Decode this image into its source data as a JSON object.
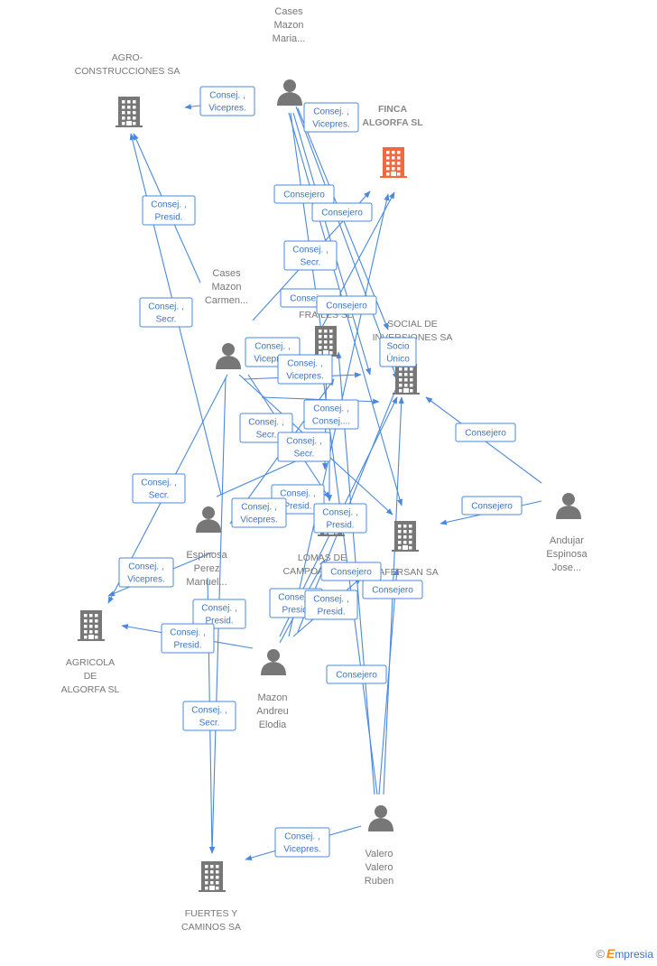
{
  "colors": {
    "edge": "#4a89dc",
    "node": "#777777",
    "highlight": "#f26a3c"
  },
  "nodes": [
    {
      "id": "cases_maria",
      "type": "person",
      "label": [
        "Cases",
        "Mazon",
        "Maria..."
      ]
    },
    {
      "id": "agro",
      "type": "company",
      "label": [
        "AGRO-",
        "CONSTRUCCIONES SA"
      ]
    },
    {
      "id": "finca",
      "type": "company",
      "highlight": true,
      "label": [
        "FINCA",
        "ALGORFA  SL"
      ]
    },
    {
      "id": "frailes",
      "type": "company",
      "label": [
        "FRAILES  SL"
      ]
    },
    {
      "id": "social",
      "type": "company",
      "label": [
        "SOCIAL DE",
        "INVERSIONES SA"
      ]
    },
    {
      "id": "cases_carmen",
      "type": "person",
      "label": [
        "Cases",
        "Mazon",
        "Carmen..."
      ]
    },
    {
      "id": "espinosa",
      "type": "person",
      "label": [
        "Espinosa",
        "Perez",
        "Manuel..."
      ]
    },
    {
      "id": "lomas",
      "type": "company",
      "label": [
        "LOMAS DE",
        "CAMPOAMOR SA"
      ]
    },
    {
      "id": "safersan",
      "type": "company",
      "label": [
        "SAFERSAN SA"
      ]
    },
    {
      "id": "andujar",
      "type": "person",
      "label": [
        "Andujar",
        "Espinosa",
        "Jose..."
      ]
    },
    {
      "id": "agricola",
      "type": "company",
      "label": [
        "AGRICOLA",
        "DE",
        "ALGORFA SL"
      ]
    },
    {
      "id": "mazon",
      "type": "person",
      "label": [
        "Mazon",
        "Andreu",
        "Elodia"
      ]
    },
    {
      "id": "valero",
      "type": "person",
      "label": [
        "Valero",
        "Valero",
        "Ruben"
      ]
    },
    {
      "id": "fuertes",
      "type": "company",
      "label": [
        "FUERTES Y",
        "CAMINOS SA"
      ]
    }
  ],
  "edge_labels": [
    [
      "Consej. ,",
      "Vicepres."
    ],
    [
      "Consej. ,",
      "Vicepres."
    ],
    [
      "Consejero"
    ],
    [
      "Consejero"
    ],
    [
      "Consej. ,",
      "Presid."
    ],
    [
      "Consej. ,",
      "Secr."
    ],
    [
      "Consejero"
    ],
    [
      "Consejero"
    ],
    [
      "Consej. ,",
      "Secr."
    ],
    [
      "Consej. ,",
      "Vicepres."
    ],
    [
      "Consej. ,",
      "Vicepres."
    ],
    [
      "Socio",
      "Único"
    ],
    [
      "Consej. ,",
      "Consej...."
    ],
    [
      "Consej. ,",
      "Secr."
    ],
    [
      "Consej. ,",
      "Secr."
    ],
    [
      "Consejero"
    ],
    [
      "Consej. ,",
      "Secr."
    ],
    [
      "Consej. ,",
      "Vicepres."
    ],
    [
      "Consej. ,",
      "Presid."
    ],
    [
      "Consej. ,",
      "Presid."
    ],
    [
      "Consejero"
    ],
    [
      "Consej. ,",
      "Vicepres."
    ],
    [
      "Consej. ,",
      "Presid."
    ],
    [
      "Consej. ,",
      "Presid."
    ],
    [
      "Consejero"
    ],
    [
      "Consej. ,",
      "Presid."
    ],
    [
      "Consej. ,",
      "Presid."
    ],
    [
      "Consej. ,",
      "Secr."
    ],
    [
      "Consejero"
    ],
    [
      "Consejero"
    ],
    [
      "Consej. ,",
      "Vicepres."
    ]
  ],
  "brand": {
    "copyright": "©",
    "initial": "E",
    "rest": "mpresia"
  }
}
